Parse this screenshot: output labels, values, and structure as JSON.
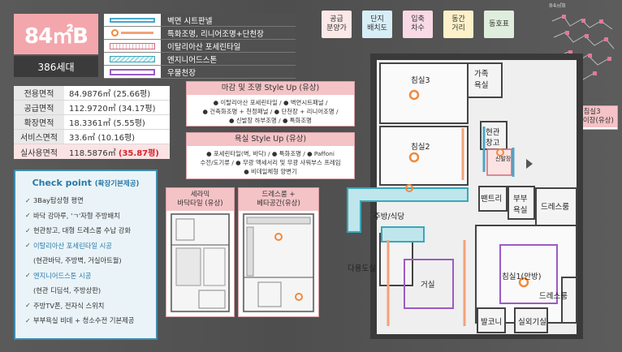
{
  "unit": {
    "type_name": "84㎡B",
    "households": "386세대"
  },
  "legend": [
    {
      "icon": "sheet-panel-bar",
      "label": "벽면 시트판넬"
    },
    {
      "icon": "special-lighting-dot-line",
      "label": "특화조명, 리니어조명+단천장"
    },
    {
      "icon": "italian-porcelain-tile",
      "label": "이탈리아산 포세린타일"
    },
    {
      "icon": "engineered-stone",
      "label": "엔지니어드스톤"
    },
    {
      "icon": "coffered-ceiling",
      "label": "우물천장"
    }
  ],
  "areas": [
    {
      "label": "전용면적",
      "value": "84.9876㎡ (25.66평)"
    },
    {
      "label": "공급면적",
      "value": "112.9720㎡ (34.17평)"
    },
    {
      "label": "확장면적",
      "value": "18.3361㎡ (5.55평)"
    },
    {
      "label": "서비스면적",
      "value": "33.6㎡ (10.16평)"
    },
    {
      "label": "실사용면적",
      "value": "118.5876㎡",
      "highlight": "(35.87평)"
    }
  ],
  "checkpoint": {
    "title": "Check point",
    "subtitle": "(확장기본제공)",
    "items": [
      {
        "text": "3Bay탑상형 평면",
        "style": "normal"
      },
      {
        "text": "바닥 강마루, 'ㄱ'자형 주방배치",
        "style": "normal"
      },
      {
        "text": "현관창고, 대형 드레스룸 수납 강화",
        "style": "normal"
      },
      {
        "text": "이탈리아산 포세린타일 시공",
        "style": "blue"
      },
      {
        "text": "(현관바닥, 주방벽, 거실아트월)",
        "style": "sub"
      },
      {
        "text": "엔지니어드스톤 시공",
        "style": "blue"
      },
      {
        "text": "(현관 디딤석, 주방상판)",
        "style": "sub"
      },
      {
        "text": "주방TV폰, 전자식 스위치",
        "style": "normal"
      },
      {
        "text": "부부욕실 비데 + 청소수전 기본제공",
        "style": "normal"
      }
    ]
  },
  "styleup_finish": {
    "title": "마감 및 조명 Style Up (유상)",
    "lines": [
      "● 이탈리아산 포세린타일 / ● 벽면시트패널 /",
      "● 건축화조명 + 천정패널 / ● 단천장 + 리니어조명 /",
      "● 신발장 하부조명 / ● 특화조명"
    ]
  },
  "styleup_bath": {
    "title": "욕실 Style Up (유상)",
    "lines": [
      "● 포세린타일(벽, 바닥) / ● 특화조명 / ● Paffoni",
      "수전/도기류 / ● 무광 액세서리 및 무광 샤워부스 프레임",
      "● 비데일체형 양변기"
    ]
  },
  "option_cards": {
    "ceramic": {
      "title_line1": "세라믹",
      "title_line2": "바닥타일 (유상)"
    },
    "dress": {
      "title_line1": "드레스룸 +",
      "title_line2": "베타공간(유상)"
    },
    "built_in": {
      "title_line1": "침실3",
      "title_line2": "붙박이장(유상)"
    }
  },
  "buttons": [
    {
      "label_line1": "공급",
      "label_line2": "분양가",
      "color": "#fde8e8"
    },
    {
      "label_line1": "단지",
      "label_line2": "배치도",
      "color": "#d7eef7"
    },
    {
      "label_line1": "입축",
      "label_line2": "차수",
      "color": "#f9d9e5"
    },
    {
      "label_line1": "동간",
      "label_line2": "거리",
      "color": "#fdf1c9"
    },
    {
      "label_line1": "동호표",
      "label_line2": "",
      "color": "#dfeedc"
    }
  ],
  "keyplan": {
    "label": "84㎡B"
  },
  "rooms": {
    "bedroom3": "침실3",
    "dress_small": "가족",
    "bath_family": "욕실",
    "entrance": "현관",
    "storage": "창고",
    "shoe": "신발장",
    "bedroom2": "침실2",
    "pantry": "팬트리",
    "bath_master1": "부부",
    "bath_master2": "욕실",
    "dressroom_top": "드레스룸",
    "kitchen": "주방/식당",
    "utility": "다용도실",
    "living": "거실",
    "bedroom1": "침실1(안방)",
    "dressroom_bottom": "드레스룸",
    "balcony": "발코니",
    "outdoor_unit": "실외기실"
  },
  "colors": {
    "accent_pink": "#f3a7ad",
    "panel_blue": "#3e8db0",
    "highlight_red": "#d8232a"
  }
}
